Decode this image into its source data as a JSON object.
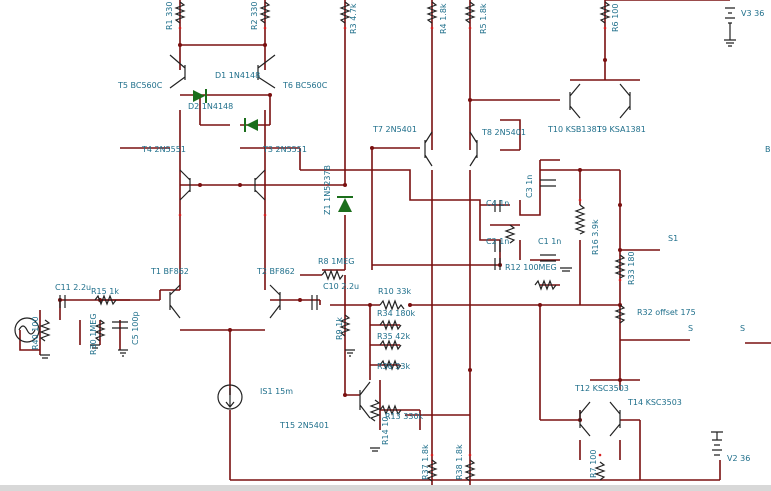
{
  "schematic": {
    "labels": {
      "r1": "R1 330",
      "r2": "R2 330",
      "r3": "R3 4.7k",
      "r4": "R4 1.8k",
      "r5": "R5 1.8k",
      "r6": "R6 100",
      "v3": "V3 36",
      "d1": "D1 1N4148",
      "d2": "D2 1N4148",
      "t5": "T5 BC560C",
      "t6": "T6 BC560C",
      "t4": "T4 2N5551",
      "t3": "T3 2N5551",
      "z1": "Z1 1N5237B",
      "t7": "T7 2N5401",
      "t8": "T8 2N5401",
      "t10": "T10 KSB1381",
      "t9": "T9 KSA1381",
      "c3": "C3 1n",
      "c4": "C4 1n",
      "c2": "C2 1n",
      "c1": "C1 1n",
      "r12": "R12 100MEG",
      "r16": "R16 3.9k",
      "r33": "R33 180",
      "s1": "S1",
      "t1": "T1 BF862",
      "t2": "T2 BF862",
      "r8": "R8 1MEG",
      "c10": "C10 2.2u",
      "r10": "R10 33k",
      "r34": "R34 180k",
      "r35": "R35 42k",
      "r36": "R36 33k",
      "r9": "R9 1k",
      "r32": "R32 offset 175",
      "s": "S",
      "s2": "S",
      "c11": "C11 2.2u",
      "r15": "R15 1k",
      "r40": "R40 100",
      "r30": "R30 1MEG",
      "c5": "C5 100p",
      "is1": "IS1 15m",
      "t15": "T15 2N5401",
      "r13": "R13 330k",
      "r14": "R14 10",
      "t12": "T12 KSC3503",
      "t14": "T14 KSC3503",
      "r37": "R37 1.8k",
      "r38": "R38 1.8k",
      "r7": "R7 100",
      "v2": "V2 36",
      "edge_b": "B"
    }
  }
}
